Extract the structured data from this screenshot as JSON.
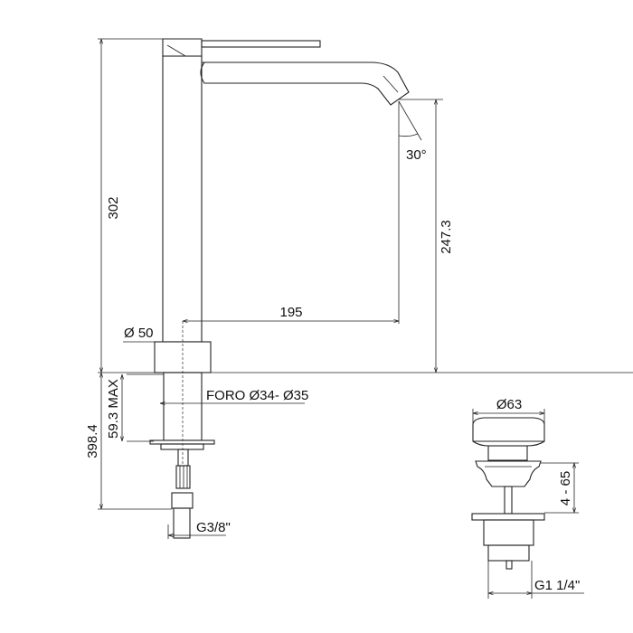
{
  "dimensions": {
    "total_height": "302",
    "outlet_height": "247.3",
    "spout_reach": "195",
    "spout_angle": "30°",
    "base_diameter": "Ø 50",
    "hole_diameter": "FORO Ø34- Ø35",
    "deck_thickness": "59.3 MAX",
    "below_deck_length": "398.4",
    "connection_thread": "G3/8\"",
    "drain_cap_diameter": "Ø63",
    "drain_range": "4 - 65",
    "drain_thread": "G1 1/4\""
  }
}
